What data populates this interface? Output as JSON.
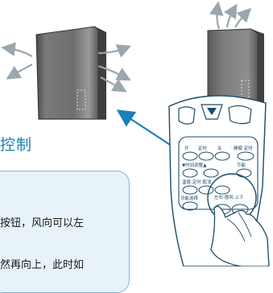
{
  "heading": "控制",
  "body_text": {
    "line1": "按钮，风向可以左",
    "line2": "然再向上，此时如"
  },
  "remote": {
    "top_left_labels": [
      "开",
      "定时",
      "关"
    ],
    "label_energy": "睡眠·定时",
    "label_time_adjust": "▼时间调整▲",
    "label_save": "节能",
    "label_mode": "温度·定时·取消",
    "label_function": "功能选择",
    "label_swing": "左右·摆风·上下"
  }
}
